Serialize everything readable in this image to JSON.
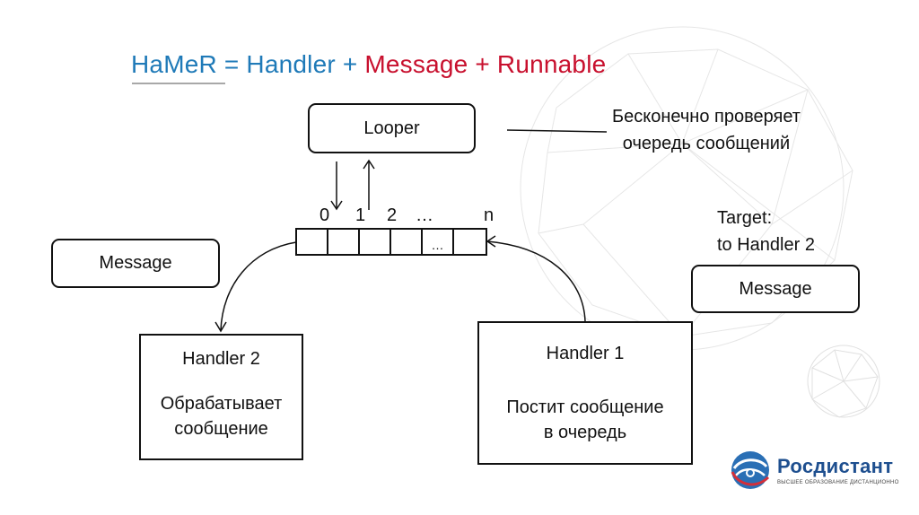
{
  "title": {
    "part1": "HaMeR = Handler + ",
    "part2": "Message + Runnable",
    "colors": {
      "blue": "#1f7ab8",
      "red": "#c8102e"
    }
  },
  "looper": {
    "label": "Looper"
  },
  "looper_note": {
    "line1": "Бесконечно проверяет",
    "line2": "очередь сообщений"
  },
  "queue": {
    "indices": [
      "0",
      "1",
      "2",
      "…",
      "n"
    ],
    "cells": [
      "",
      "",
      "",
      "",
      "…",
      ""
    ]
  },
  "message_left": {
    "label": "Message"
  },
  "target_note": {
    "line1": "Target:",
    "line2": "to Handler 2"
  },
  "message_right": {
    "label": "Message"
  },
  "handler2": {
    "title": "Handler 2",
    "line1": "Обрабатывает",
    "line2": "сообщение"
  },
  "handler1": {
    "title": "Handler 1",
    "line1": "Постит сообщение",
    "line2": "в очередь"
  },
  "logo": {
    "name": "Росдистант",
    "tagline": "ВЫСШЕЕ ОБРАЗОВАНИЕ ДИСТАНЦИОННО",
    "color": "#1e4f8f"
  }
}
